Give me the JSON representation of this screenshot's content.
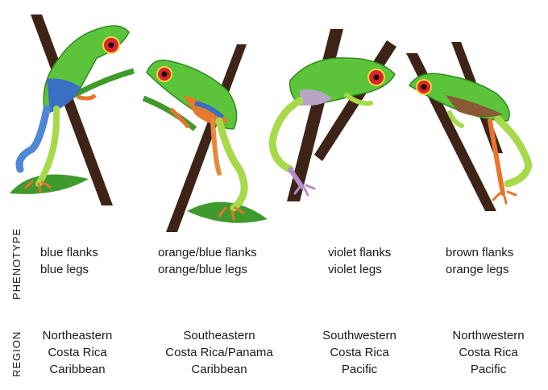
{
  "labels": {
    "phenotype": "PHENOTYPE",
    "region": "REGION"
  },
  "frogs": [
    {
      "flanks": "blue flanks",
      "legs": "blue legs",
      "region_line1": "Northeastern",
      "region_line2": "Costa Rica",
      "region_line3": "Caribbean",
      "flank_color": "#3b6fc4",
      "leg_color": "#4f86d6"
    },
    {
      "flanks": "orange/blue flanks",
      "legs": "orange/blue legs",
      "region_line1": "Southeastern",
      "region_line2": "Costa Rica/Panama",
      "region_line3": "Caribbean",
      "flank_color": "#e37a2c",
      "leg_color": "#e8893a"
    },
    {
      "flanks": "violet flanks",
      "legs": "violet legs",
      "region_line1": "Southwestern",
      "region_line2": "Costa Rica",
      "region_line3": "Pacific",
      "flank_color": "#b9a3c9",
      "leg_color": "#b48ec8"
    },
    {
      "flanks": "brown flanks",
      "legs": "orange legs",
      "region_line1": "Northwestern",
      "region_line2": "Costa Rica",
      "region_line3": "Pacific",
      "flank_color": "#8a5a36",
      "leg_color": "#e8732a"
    }
  ],
  "colors": {
    "body_green": "#5cc43a",
    "dark_green": "#2f8a1e",
    "branch_brown": "#3e2416",
    "eye_red": "#d9262b",
    "leaf_green": "#3f9a2e"
  }
}
